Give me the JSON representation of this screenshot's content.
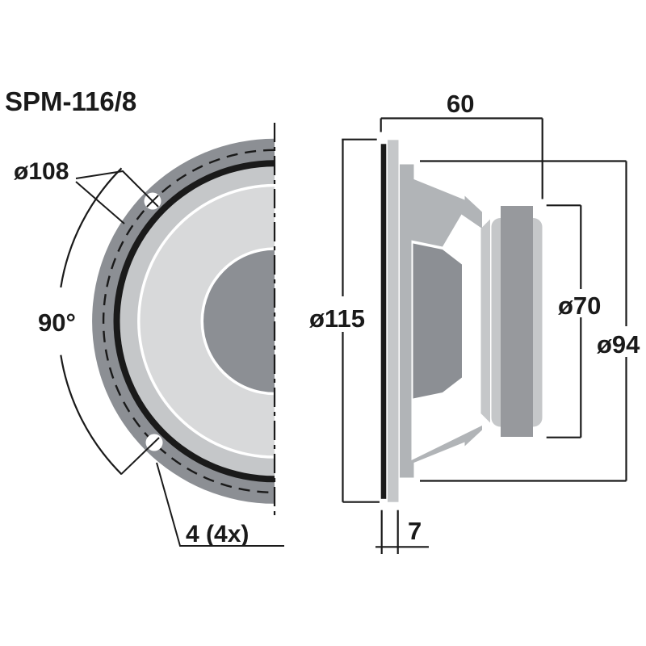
{
  "title": "SPM-116/8",
  "views": {
    "front": {
      "bolt_circle_diameter": "ø108",
      "mounting_hole_angle": "90°",
      "mounting_holes": "4 (4x)"
    },
    "side": {
      "depth": "60",
      "overall_diameter": "ø115",
      "magnet_diameter": "ø70",
      "basket_diameter": "ø94",
      "front_thickness": "7"
    }
  },
  "colors": {
    "line": "#1a1a1a",
    "flange_gray": "#8c8f94",
    "surround_gray": "#c5c7c9",
    "cone_gray": "#d8d9da",
    "basket_gray": "#b1b4b7",
    "magnet_gray": "#97999d",
    "background": "#ffffff"
  }
}
